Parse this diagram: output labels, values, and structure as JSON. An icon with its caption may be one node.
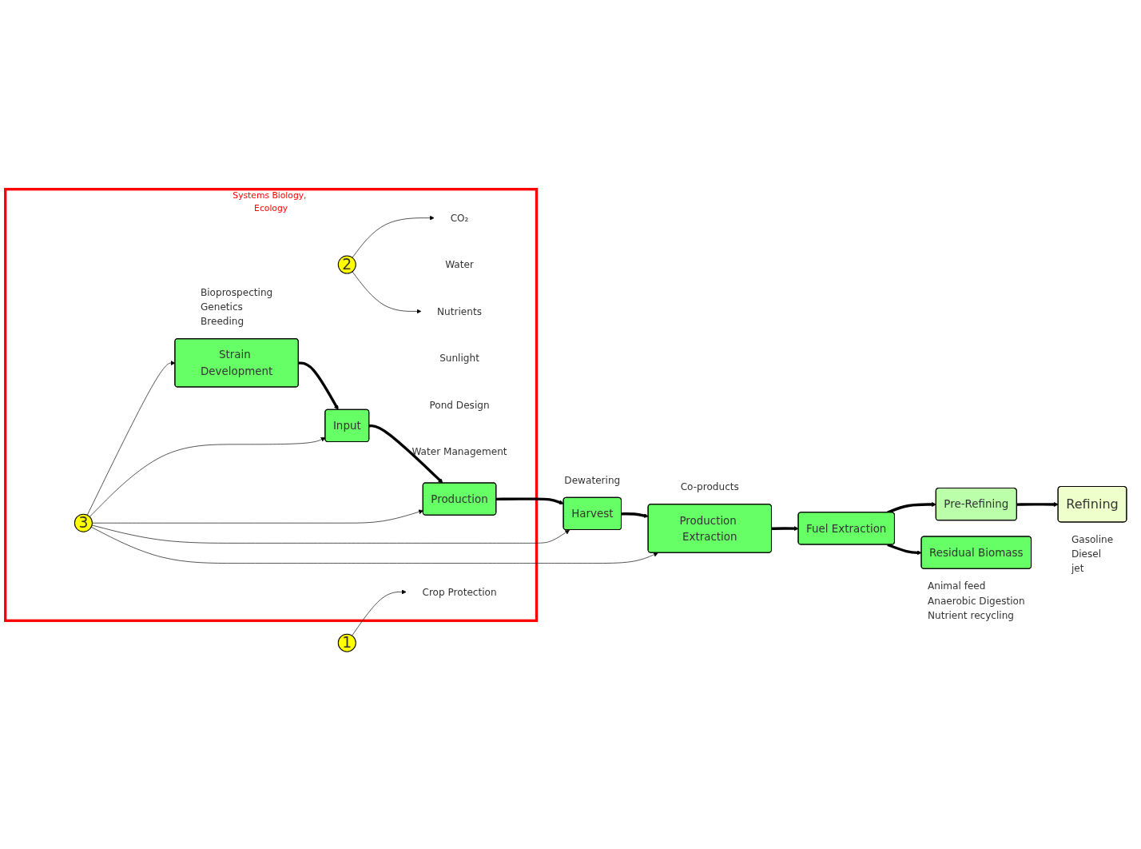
{
  "diagram": {
    "nodes": [
      {
        "text": [
          "Systems Biology, Ecology"
        ]
      },
      {
        "text": [
          "2"
        ],
        "in": 0
      },
      {
        "text": [
          "CO₂"
        ],
        "in": 0
      },
      {
        "text": [
          "Water"
        ],
        "in": 0
      },
      {
        "text": [
          "Nutrients"
        ],
        "in": 0
      },
      {
        "text": [
          "Sunlight"
        ],
        "in": 0
      },
      {
        "text": [
          "Pond Design"
        ],
        "in": 0
      },
      {
        "text": [
          "Water Management"
        ],
        "in": 0
      },
      {
        "text": [
          "Crop Protection"
        ],
        "in": 0
      },
      {
        "text": [
          "Strain Development"
        ],
        "in": 0,
        "beside": [
          "Bioprospecting",
          "Genetics",
          "Breeding"
        ]
      },
      {
        "text": [
          "Input"
        ],
        "in": 0
      },
      {
        "text": [
          "Production"
        ],
        "in": 0
      },
      {
        "text": [
          "3"
        ],
        "in": 0
      },
      {
        "text": [
          "1"
        ]
      },
      {
        "text": [
          "Harvest"
        ],
        "beside": [
          "Dewatering"
        ]
      },
      {
        "text": [
          "Production Extraction"
        ],
        "beside": [
          "Co-products"
        ]
      },
      {
        "text": [
          "Fuel Extraction"
        ]
      },
      {
        "text": [
          "Pre-Refining"
        ]
      },
      {
        "text": [
          "Refining"
        ],
        "beside": [
          "Gasoline",
          "Diesel",
          "jet"
        ]
      },
      {
        "text": [
          "Residual Biomass"
        ],
        "beside": [
          "Animal feed",
          "Anaerobic Digestion",
          "Nutrient recycling"
        ]
      }
    ],
    "edges": [
      {
        "from": 1,
        "to": 2,
        "arrow": "to"
      },
      {
        "from": 1,
        "to": 4,
        "arrow": "to"
      },
      {
        "from": 13,
        "to": 8,
        "arrow": "to"
      },
      {
        "from": 9,
        "to": 10,
        "arrow": "to",
        "style": "thick"
      },
      {
        "from": 10,
        "to": 11,
        "arrow": "to",
        "style": "thick"
      },
      {
        "from": 11,
        "to": 14,
        "arrow": "to",
        "style": "thick"
      },
      {
        "from": 14,
        "to": 15,
        "arrow": "to",
        "style": "thick"
      },
      {
        "from": 15,
        "to": 16,
        "arrow": "to",
        "style": "thick"
      },
      {
        "from": 16,
        "to": 17,
        "arrow": "to",
        "style": "thick"
      },
      {
        "from": 17,
        "to": 18,
        "arrow": "to",
        "style": "thick"
      },
      {
        "from": 16,
        "to": 19,
        "arrow": "to",
        "style": "thick"
      },
      {
        "from": 12,
        "to": 9,
        "arrow": "to"
      },
      {
        "from": 12,
        "to": 10,
        "arrow": "to"
      },
      {
        "from": 12,
        "to": 11,
        "arrow": "to"
      },
      {
        "from": 12,
        "to": 14,
        "arrow": "to"
      },
      {
        "from": 12,
        "to": 15,
        "arrow": "to"
      }
    ]
  }
}
